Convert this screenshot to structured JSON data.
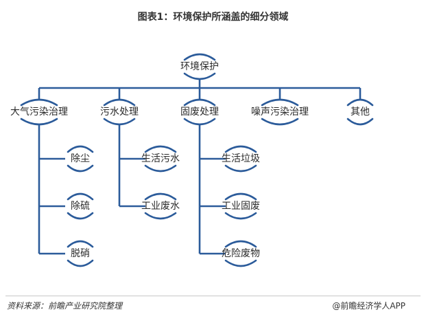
{
  "title": "图表1：环境保护所涵盖的细分领域",
  "root": {
    "label": "环境保护"
  },
  "categories": [
    {
      "label": "大气污染治理",
      "children": [
        "除尘",
        "除硫",
        "脱硝"
      ]
    },
    {
      "label": "污水处理",
      "children": [
        "生活污水",
        "工业废水"
      ]
    },
    {
      "label": "固废处理",
      "children": [
        "生活垃圾",
        "工业固废",
        "危险废物"
      ]
    },
    {
      "label": "噪声污染治理",
      "children": []
    },
    {
      "label": "其他",
      "children": []
    }
  ],
  "footer": {
    "source": "资料来源：前瞻产业研究院整理",
    "credit": "@前瞻经济学人APP"
  },
  "colors": {
    "line": "#2b5b9a"
  }
}
